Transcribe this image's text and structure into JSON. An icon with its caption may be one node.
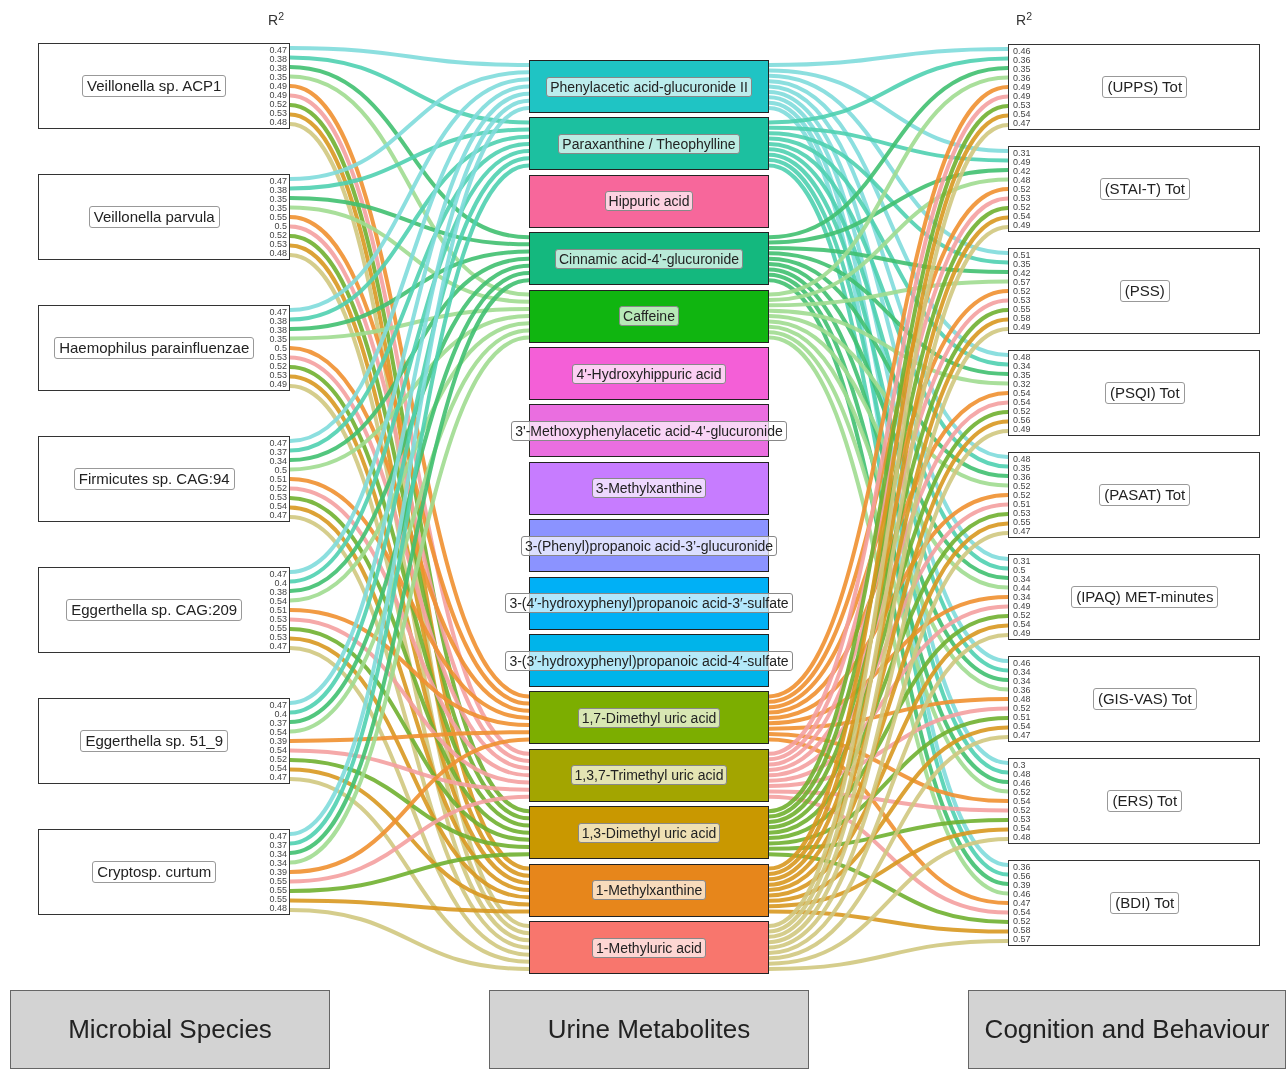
{
  "diagram": {
    "nodes": [
      {
        "text": [
          "Veillonella sp. ACP1",
          "0.47",
          "0.38",
          "0.38",
          "0.35",
          "0.49",
          "0.49",
          "0.52",
          "0.53",
          "0.48"
        ]
      },
      {
        "text": [
          "Veillonella parvula",
          "0.47",
          "0.38",
          "0.35",
          "0.35",
          "0.55",
          "0.5",
          "0.52",
          "0.53",
          "0.48"
        ]
      },
      {
        "text": [
          "Haemophilus parainfluenzae",
          "0.47",
          "0.38",
          "0.38",
          "0.35",
          "0.5",
          "0.53",
          "0.52",
          "0.53",
          "0.49"
        ]
      },
      {
        "text": [
          "Firmicutes sp. CAG:94",
          "0.47",
          "0.37",
          "0.34",
          "0.5",
          "0.51",
          "0.52",
          "0.53",
          "0.54",
          "0.47"
        ]
      },
      {
        "text": [
          "Eggerthella sp. CAG:209",
          "0.47",
          "0.4",
          "0.38",
          "0.54",
          "0.51",
          "0.53",
          "0.55",
          "0.53",
          "0.47"
        ]
      },
      {
        "text": [
          "Eggerthella sp. 51_9",
          "0.47",
          "0.4",
          "0.37",
          "0.54",
          "0.39",
          "0.54",
          "0.52",
          "0.54",
          "0.47"
        ]
      },
      {
        "text": [
          "Cryptosp. curtum",
          "0.47",
          "0.37",
          "0.34",
          "0.34",
          "0.39",
          "0.55",
          "0.55",
          "0.55",
          "0.48"
        ]
      },
      {
        "text": [
          "Phenylacetic acid-glucuronide II"
        ]
      },
      {
        "text": [
          "Paraxanthine / Theophylline"
        ]
      },
      {
        "text": [
          "Hippuric acid"
        ]
      },
      {
        "text": [
          "Cinnamic acid-4'-glucuronide"
        ]
      },
      {
        "text": [
          "Caffeine"
        ]
      },
      {
        "text": [
          "4'-Hydroxyhippuric acid"
        ]
      },
      {
        "text": [
          "3'-Methoxyphenylacetic acid-4'-glucuronide"
        ]
      },
      {
        "text": [
          "3-Methylxanthine"
        ]
      },
      {
        "text": [
          "3-(Phenyl)propanoic acid-3’-glucuronide"
        ]
      },
      {
        "text": [
          "3-(4′-hydroxyphenyl)propanoic acid-3′-sulfate"
        ]
      },
      {
        "text": [
          "3-(3′-hydroxyphenyl)propanoic acid-4′-sulfate"
        ]
      },
      {
        "text": [
          "1,7-Dimethyl uric acid"
        ]
      },
      {
        "text": [
          "1,3,7-Trimethyl uric acid"
        ]
      },
      {
        "text": [
          "1,3-Dimethyl uric acid"
        ]
      },
      {
        "text": [
          "1-Methylxanthine"
        ]
      },
      {
        "text": [
          "1-Methyluric acid"
        ]
      },
      {
        "text": [
          "(UPPS) Tot",
          "0.46",
          "0.36",
          "0.35",
          "0.36",
          "0.49",
          "0.49",
          "0.53",
          "0.54",
          "0.47"
        ]
      },
      {
        "text": [
          "(STAI-T) Tot",
          "0.31",
          "0.49",
          "0.42",
          "0.48",
          "0.52",
          "0.53",
          "0.52",
          "0.54",
          "0.49"
        ]
      },
      {
        "text": [
          "(PSS)",
          "0.51",
          "0.35",
          "0.42",
          "0.57",
          "0.52",
          "0.53",
          "0.55",
          "0.58",
          "0.49"
        ]
      },
      {
        "text": [
          "(PSQI) Tot",
          "0.48",
          "0.34",
          "0.35",
          "0.32",
          "0.54",
          "0.54",
          "0.52",
          "0.56",
          "0.49"
        ]
      },
      {
        "text": [
          "(PASAT) Tot",
          "0.48",
          "0.35",
          "0.36",
          "0.52",
          "0.52",
          "0.51",
          "0.53",
          "0.55",
          "0.47"
        ]
      },
      {
        "text": [
          "(IPAQ) MET-minutes",
          "0.31",
          "0.5",
          "0.34",
          "0.44",
          "0.34",
          "0.49",
          "0.52",
          "0.54",
          "0.49"
        ]
      },
      {
        "text": [
          "(GIS-VAS) Tot",
          "0.46",
          "0.34",
          "0.34",
          "0.36",
          "0.48",
          "0.52",
          "0.51",
          "0.54",
          "0.47"
        ]
      },
      {
        "text": [
          "(ERS) Tot",
          "0.3",
          "0.48",
          "0.46",
          "0.52",
          "0.54",
          "0.52",
          "0.53",
          "0.54",
          "0.48"
        ]
      },
      {
        "text": [
          "(BDI) Tot",
          "0.36",
          "0.56",
          "0.39",
          "0.46",
          "0.47",
          "0.54",
          "0.52",
          "0.58",
          "0.57"
        ]
      },
      {
        "text": [
          "Microbial Species"
        ]
      },
      {
        "text": [
          "Urine Metabolites"
        ]
      },
      {
        "text": [
          "Cognition and Behaviour"
        ]
      }
    ],
    "edges": [
      {
        "from": 0,
        "to": 7,
        "arrow": "none",
        "color": "#7fdcdc"
      },
      {
        "from": 0,
        "to": 8,
        "arrow": "none",
        "color": "#4fd0b0"
      },
      {
        "from": 0,
        "to": 10,
        "arrow": "none",
        "color": "#40c070"
      },
      {
        "from": 0,
        "to": 11,
        "arrow": "none",
        "color": "#a0dc90"
      },
      {
        "from": 0,
        "to": 18,
        "arrow": "none",
        "color": "#f09030"
      },
      {
        "from": 0,
        "to": 19,
        "arrow": "none",
        "color": "#f4a0a0"
      },
      {
        "from": 0,
        "to": 20,
        "arrow": "none",
        "color": "#70b030"
      },
      {
        "from": 0,
        "to": 21,
        "arrow": "none",
        "color": "#d89820"
      },
      {
        "from": 0,
        "to": 22,
        "arrow": "none",
        "color": "#d0c880"
      },
      {
        "from": 1,
        "to": 7,
        "arrow": "none",
        "color": "#7fdcdc"
      },
      {
        "from": 1,
        "to": 8,
        "arrow": "none",
        "color": "#4fd0b0"
      },
      {
        "from": 1,
        "to": 10,
        "arrow": "none",
        "color": "#40c070"
      },
      {
        "from": 1,
        "to": 11,
        "arrow": "none",
        "color": "#a0dc90"
      },
      {
        "from": 1,
        "to": 18,
        "arrow": "none",
        "color": "#f09030"
      },
      {
        "from": 1,
        "to": 19,
        "arrow": "none",
        "color": "#f4a0a0"
      },
      {
        "from": 1,
        "to": 20,
        "arrow": "none",
        "color": "#70b030"
      },
      {
        "from": 1,
        "to": 21,
        "arrow": "none",
        "color": "#d89820"
      },
      {
        "from": 1,
        "to": 22,
        "arrow": "none",
        "color": "#d0c880"
      },
      {
        "from": 2,
        "to": 7,
        "arrow": "none",
        "color": "#7fdcdc"
      },
      {
        "from": 2,
        "to": 8,
        "arrow": "none",
        "color": "#4fd0b0"
      },
      {
        "from": 2,
        "to": 10,
        "arrow": "none",
        "color": "#40c070"
      },
      {
        "from": 2,
        "to": 11,
        "arrow": "none",
        "color": "#a0dc90"
      },
      {
        "from": 2,
        "to": 18,
        "arrow": "none",
        "color": "#f09030"
      },
      {
        "from": 2,
        "to": 19,
        "arrow": "none",
        "color": "#f4a0a0"
      },
      {
        "from": 2,
        "to": 20,
        "arrow": "none",
        "color": "#70b030"
      },
      {
        "from": 2,
        "to": 21,
        "arrow": "none",
        "color": "#d89820"
      },
      {
        "from": 2,
        "to": 22,
        "arrow": "none",
        "color": "#d0c880"
      },
      {
        "from": 3,
        "to": 7,
        "arrow": "none",
        "color": "#7fdcdc"
      },
      {
        "from": 3,
        "to": 8,
        "arrow": "none",
        "color": "#4fd0b0"
      },
      {
        "from": 3,
        "to": 10,
        "arrow": "none",
        "color": "#40c070"
      },
      {
        "from": 3,
        "to": 11,
        "arrow": "none",
        "color": "#a0dc90"
      },
      {
        "from": 3,
        "to": 18,
        "arrow": "none",
        "color": "#f09030"
      },
      {
        "from": 3,
        "to": 19,
        "arrow": "none",
        "color": "#f4a0a0"
      },
      {
        "from": 3,
        "to": 20,
        "arrow": "none",
        "color": "#70b030"
      },
      {
        "from": 3,
        "to": 21,
        "arrow": "none",
        "color": "#d89820"
      },
      {
        "from": 3,
        "to": 22,
        "arrow": "none",
        "color": "#d0c880"
      },
      {
        "from": 4,
        "to": 7,
        "arrow": "none",
        "color": "#7fdcdc"
      },
      {
        "from": 4,
        "to": 8,
        "arrow": "none",
        "color": "#4fd0b0"
      },
      {
        "from": 4,
        "to": 10,
        "arrow": "none",
        "color": "#40c070"
      },
      {
        "from": 4,
        "to": 11,
        "arrow": "none",
        "color": "#a0dc90"
      },
      {
        "from": 4,
        "to": 18,
        "arrow": "none",
        "color": "#f09030"
      },
      {
        "from": 4,
        "to": 19,
        "arrow": "none",
        "color": "#f4a0a0"
      },
      {
        "from": 4,
        "to": 20,
        "arrow": "none",
        "color": "#70b030"
      },
      {
        "from": 4,
        "to": 21,
        "arrow": "none",
        "color": "#d89820"
      },
      {
        "from": 4,
        "to": 22,
        "arrow": "none",
        "color": "#d0c880"
      },
      {
        "from": 5,
        "to": 7,
        "arrow": "none",
        "color": "#7fdcdc"
      },
      {
        "from": 5,
        "to": 8,
        "arrow": "none",
        "color": "#4fd0b0"
      },
      {
        "from": 5,
        "to": 10,
        "arrow": "none",
        "color": "#40c070"
      },
      {
        "from": 5,
        "to": 11,
        "arrow": "none",
        "color": "#a0dc90"
      },
      {
        "from": 5,
        "to": 18,
        "arrow": "none",
        "color": "#f09030"
      },
      {
        "from": 5,
        "to": 19,
        "arrow": "none",
        "color": "#f4a0a0"
      },
      {
        "from": 5,
        "to": 20,
        "arrow": "none",
        "color": "#70b030"
      },
      {
        "from": 5,
        "to": 21,
        "arrow": "none",
        "color": "#d89820"
      },
      {
        "from": 5,
        "to": 22,
        "arrow": "none",
        "color": "#d0c880"
      },
      {
        "from": 6,
        "to": 7,
        "arrow": "none",
        "color": "#7fdcdc"
      },
      {
        "from": 6,
        "to": 8,
        "arrow": "none",
        "color": "#4fd0b0"
      },
      {
        "from": 6,
        "to": 10,
        "arrow": "none",
        "color": "#40c070"
      },
      {
        "from": 6,
        "to": 11,
        "arrow": "none",
        "color": "#a0dc90"
      },
      {
        "from": 6,
        "to": 18,
        "arrow": "none",
        "color": "#f09030"
      },
      {
        "from": 6,
        "to": 19,
        "arrow": "none",
        "color": "#f4a0a0"
      },
      {
        "from": 6,
        "to": 20,
        "arrow": "none",
        "color": "#70b030"
      },
      {
        "from": 6,
        "to": 21,
        "arrow": "none",
        "color": "#d89820"
      },
      {
        "from": 6,
        "to": 22,
        "arrow": "none",
        "color": "#d0c880"
      },
      {
        "from": 7,
        "to": 23,
        "arrow": "none",
        "color": "#7fdcdc"
      },
      {
        "from": 7,
        "to": 24,
        "arrow": "none",
        "color": "#7fdcdc"
      },
      {
        "from": 7,
        "to": 25,
        "arrow": "none",
        "color": "#7fdcdc"
      },
      {
        "from": 7,
        "to": 26,
        "arrow": "none",
        "color": "#7fdcdc"
      },
      {
        "from": 7,
        "to": 27,
        "arrow": "none",
        "color": "#7fdcdc"
      },
      {
        "from": 7,
        "to": 28,
        "arrow": "none",
        "color": "#7fdcdc"
      },
      {
        "from": 7,
        "to": 29,
        "arrow": "none",
        "color": "#7fdcdc"
      },
      {
        "from": 7,
        "to": 30,
        "arrow": "none",
        "color": "#7fdcdc"
      },
      {
        "from": 7,
        "to": 31,
        "arrow": "none",
        "color": "#7fdcdc"
      },
      {
        "from": 8,
        "to": 23,
        "arrow": "none",
        "color": "#4fd0b0"
      },
      {
        "from": 8,
        "to": 24,
        "arrow": "none",
        "color": "#4fd0b0"
      },
      {
        "from": 8,
        "to": 25,
        "arrow": "none",
        "color": "#4fd0b0"
      },
      {
        "from": 8,
        "to": 26,
        "arrow": "none",
        "color": "#4fd0b0"
      },
      {
        "from": 8,
        "to": 27,
        "arrow": "none",
        "color": "#4fd0b0"
      },
      {
        "from": 8,
        "to": 28,
        "arrow": "none",
        "color": "#4fd0b0"
      },
      {
        "from": 8,
        "to": 29,
        "arrow": "none",
        "color": "#4fd0b0"
      },
      {
        "from": 8,
        "to": 30,
        "arrow": "none",
        "color": "#4fd0b0"
      },
      {
        "from": 8,
        "to": 31,
        "arrow": "none",
        "color": "#4fd0b0"
      },
      {
        "from": 10,
        "to": 23,
        "arrow": "none",
        "color": "#40c070"
      },
      {
        "from": 10,
        "to": 24,
        "arrow": "none",
        "color": "#40c070"
      },
      {
        "from": 10,
        "to": 25,
        "arrow": "none",
        "color": "#40c070"
      },
      {
        "from": 10,
        "to": 26,
        "arrow": "none",
        "color": "#40c070"
      },
      {
        "from": 10,
        "to": 27,
        "arrow": "none",
        "color": "#40c070"
      },
      {
        "from": 10,
        "to": 28,
        "arrow": "none",
        "color": "#40c070"
      },
      {
        "from": 10,
        "to": 29,
        "arrow": "none",
        "color": "#40c070"
      },
      {
        "from": 10,
        "to": 30,
        "arrow": "none",
        "color": "#40c070"
      },
      {
        "from": 10,
        "to": 31,
        "arrow": "none",
        "color": "#40c070"
      },
      {
        "from": 11,
        "to": 23,
        "arrow": "none",
        "color": "#a0dc90"
      },
      {
        "from": 11,
        "to": 24,
        "arrow": "none",
        "color": "#a0dc90"
      },
      {
        "from": 11,
        "to": 25,
        "arrow": "none",
        "color": "#a0dc90"
      },
      {
        "from": 11,
        "to": 26,
        "arrow": "none",
        "color": "#a0dc90"
      },
      {
        "from": 11,
        "to": 27,
        "arrow": "none",
        "color": "#a0dc90"
      },
      {
        "from": 11,
        "to": 28,
        "arrow": "none",
        "color": "#a0dc90"
      },
      {
        "from": 11,
        "to": 29,
        "arrow": "none",
        "color": "#a0dc90"
      },
      {
        "from": 11,
        "to": 30,
        "arrow": "none",
        "color": "#a0dc90"
      },
      {
        "from": 11,
        "to": 31,
        "arrow": "none",
        "color": "#a0dc90"
      },
      {
        "from": 18,
        "to": 23,
        "arrow": "none",
        "color": "#f09030"
      },
      {
        "from": 18,
        "to": 24,
        "arrow": "none",
        "color": "#f09030"
      },
      {
        "from": 18,
        "to": 25,
        "arrow": "none",
        "color": "#f09030"
      },
      {
        "from": 18,
        "to": 26,
        "arrow": "none",
        "color": "#f09030"
      },
      {
        "from": 18,
        "to": 27,
        "arrow": "none",
        "color": "#f09030"
      },
      {
        "from": 18,
        "to": 28,
        "arrow": "none",
        "color": "#f09030"
      },
      {
        "from": 18,
        "to": 29,
        "arrow": "none",
        "color": "#f09030"
      },
      {
        "from": 18,
        "to": 30,
        "arrow": "none",
        "color": "#f09030"
      },
      {
        "from": 18,
        "to": 31,
        "arrow": "none",
        "color": "#f09030"
      },
      {
        "from": 19,
        "to": 23,
        "arrow": "none",
        "color": "#f4a0a0"
      },
      {
        "from": 19,
        "to": 24,
        "arrow": "none",
        "color": "#f4a0a0"
      },
      {
        "from": 19,
        "to": 25,
        "arrow": "none",
        "color": "#f4a0a0"
      },
      {
        "from": 19,
        "to": 26,
        "arrow": "none",
        "color": "#f4a0a0"
      },
      {
        "from": 19,
        "to": 27,
        "arrow": "none",
        "color": "#f4a0a0"
      },
      {
        "from": 19,
        "to": 28,
        "arrow": "none",
        "color": "#f4a0a0"
      },
      {
        "from": 19,
        "to": 29,
        "arrow": "none",
        "color": "#f4a0a0"
      },
      {
        "from": 19,
        "to": 30,
        "arrow": "none",
        "color": "#f4a0a0"
      },
      {
        "from": 19,
        "to": 31,
        "arrow": "none",
        "color": "#f4a0a0"
      },
      {
        "from": 20,
        "to": 23,
        "arrow": "none",
        "color": "#70b030"
      },
      {
        "from": 20,
        "to": 24,
        "arrow": "none",
        "color": "#70b030"
      },
      {
        "from": 20,
        "to": 25,
        "arrow": "none",
        "color": "#70b030"
      },
      {
        "from": 20,
        "to": 26,
        "arrow": "none",
        "color": "#70b030"
      },
      {
        "from": 20,
        "to": 27,
        "arrow": "none",
        "color": "#70b030"
      },
      {
        "from": 20,
        "to": 28,
        "arrow": "none",
        "color": "#70b030"
      },
      {
        "from": 20,
        "to": 29,
        "arrow": "none",
        "color": "#70b030"
      },
      {
        "from": 20,
        "to": 30,
        "arrow": "none",
        "color": "#70b030"
      },
      {
        "from": 20,
        "to": 31,
        "arrow": "none",
        "color": "#70b030"
      },
      {
        "from": 21,
        "to": 23,
        "arrow": "none",
        "color": "#d89820"
      },
      {
        "from": 21,
        "to": 24,
        "arrow": "none",
        "color": "#d89820"
      },
      {
        "from": 21,
        "to": 25,
        "arrow": "none",
        "color": "#d89820"
      },
      {
        "from": 21,
        "to": 26,
        "arrow": "none",
        "color": "#d89820"
      },
      {
        "from": 21,
        "to": 27,
        "arrow": "none",
        "color": "#d89820"
      },
      {
        "from": 21,
        "to": 28,
        "arrow": "none",
        "color": "#d89820"
      },
      {
        "from": 21,
        "to": 29,
        "arrow": "none",
        "color": "#d89820"
      },
      {
        "from": 21,
        "to": 30,
        "arrow": "none",
        "color": "#d89820"
      },
      {
        "from": 21,
        "to": 31,
        "arrow": "none",
        "color": "#d89820"
      },
      {
        "from": 22,
        "to": 23,
        "arrow": "none",
        "color": "#d0c880"
      },
      {
        "from": 22,
        "to": 24,
        "arrow": "none",
        "color": "#d0c880"
      },
      {
        "from": 22,
        "to": 25,
        "arrow": "none",
        "color": "#d0c880"
      },
      {
        "from": 22,
        "to": 26,
        "arrow": "none",
        "color": "#d0c880"
      },
      {
        "from": 22,
        "to": 27,
        "arrow": "none",
        "color": "#d0c880"
      },
      {
        "from": 22,
        "to": 28,
        "arrow": "none",
        "color": "#d0c880"
      },
      {
        "from": 22,
        "to": 29,
        "arrow": "none",
        "color": "#d0c880"
      },
      {
        "from": 22,
        "to": 30,
        "arrow": "none",
        "color": "#d0c880"
      },
      {
        "from": 22,
        "to": 31,
        "arrow": "none",
        "color": "#d0c880"
      }
    ],
    "labels": [
      "R$^{2}$",
      "R$^{2}$"
    ]
  }
}
